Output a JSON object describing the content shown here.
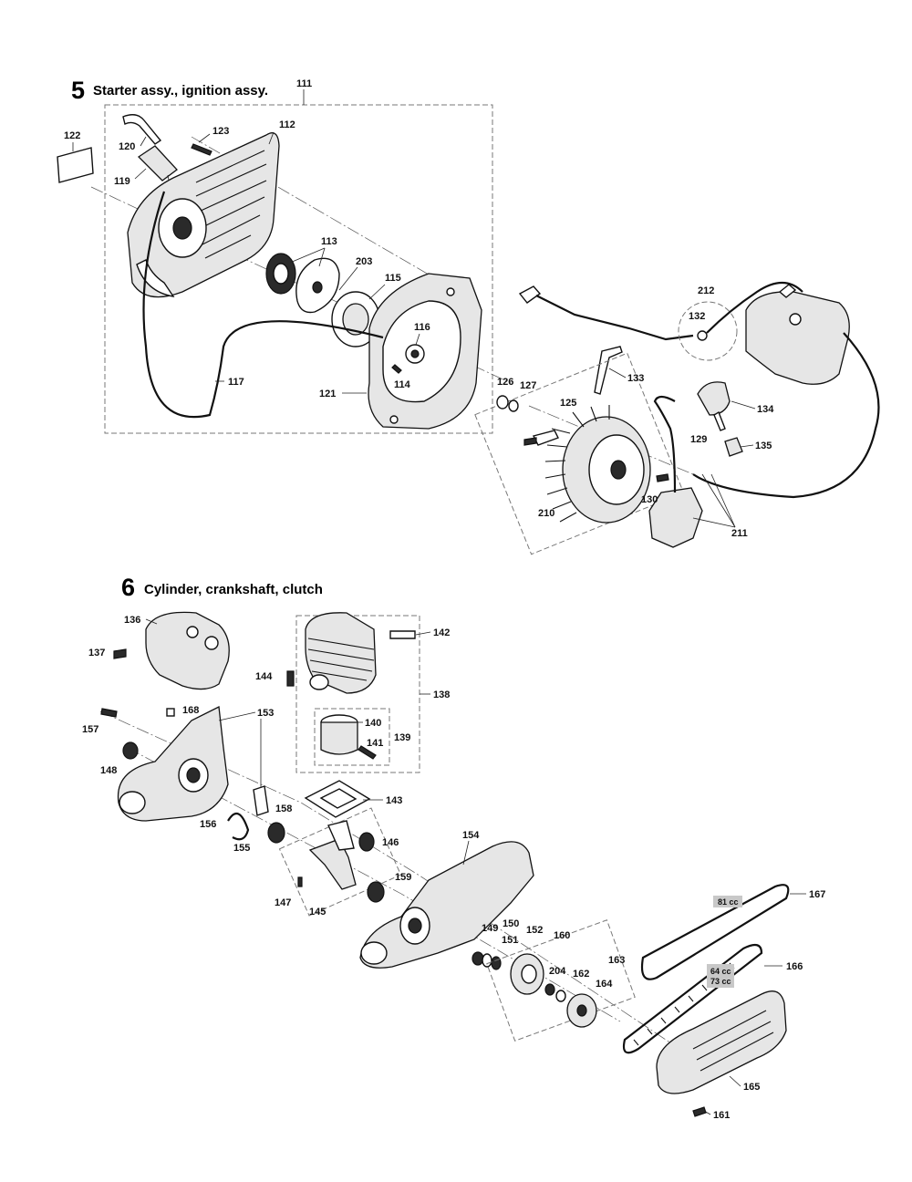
{
  "section5": {
    "number": "5",
    "title": "Starter assy., ignition assy."
  },
  "section6": {
    "number": "6",
    "title": "Cylinder, crankshaft, clutch"
  },
  "labels": {
    "p111": "111",
    "p112": "112",
    "p113": "113",
    "p114": "114",
    "p115": "115",
    "p116": "116",
    "p117": "117",
    "p119": "119",
    "p120": "120",
    "p121": "121",
    "p122": "122",
    "p123": "123",
    "p125": "125",
    "p126": "126",
    "p127": "127",
    "p129": "129",
    "p130": "130",
    "p132": "132",
    "p133": "133",
    "p134": "134",
    "p135": "135",
    "p136": "136",
    "p137": "137",
    "p138": "138",
    "p139": "139",
    "p140": "140",
    "p141": "141",
    "p142": "142",
    "p143": "143",
    "p144": "144",
    "p145": "145",
    "p146": "146",
    "p147": "147",
    "p148": "148",
    "p149": "149",
    "p150": "150",
    "p151": "151",
    "p152": "152",
    "p153": "153",
    "p154": "154",
    "p155": "155",
    "p156": "156",
    "p157": "157",
    "p158": "158",
    "p159": "159",
    "p160": "160",
    "p161": "161",
    "p162": "162",
    "p163": "163",
    "p164": "164",
    "p165": "165",
    "p166": "166",
    "p167": "167",
    "p168": "168",
    "p203": "203",
    "p204": "204",
    "p210": "210",
    "p211": "211",
    "p212": "212"
  },
  "badges": {
    "belt_81": "81 cc",
    "belt_64": "64 cc",
    "belt_73": "73 cc"
  }
}
